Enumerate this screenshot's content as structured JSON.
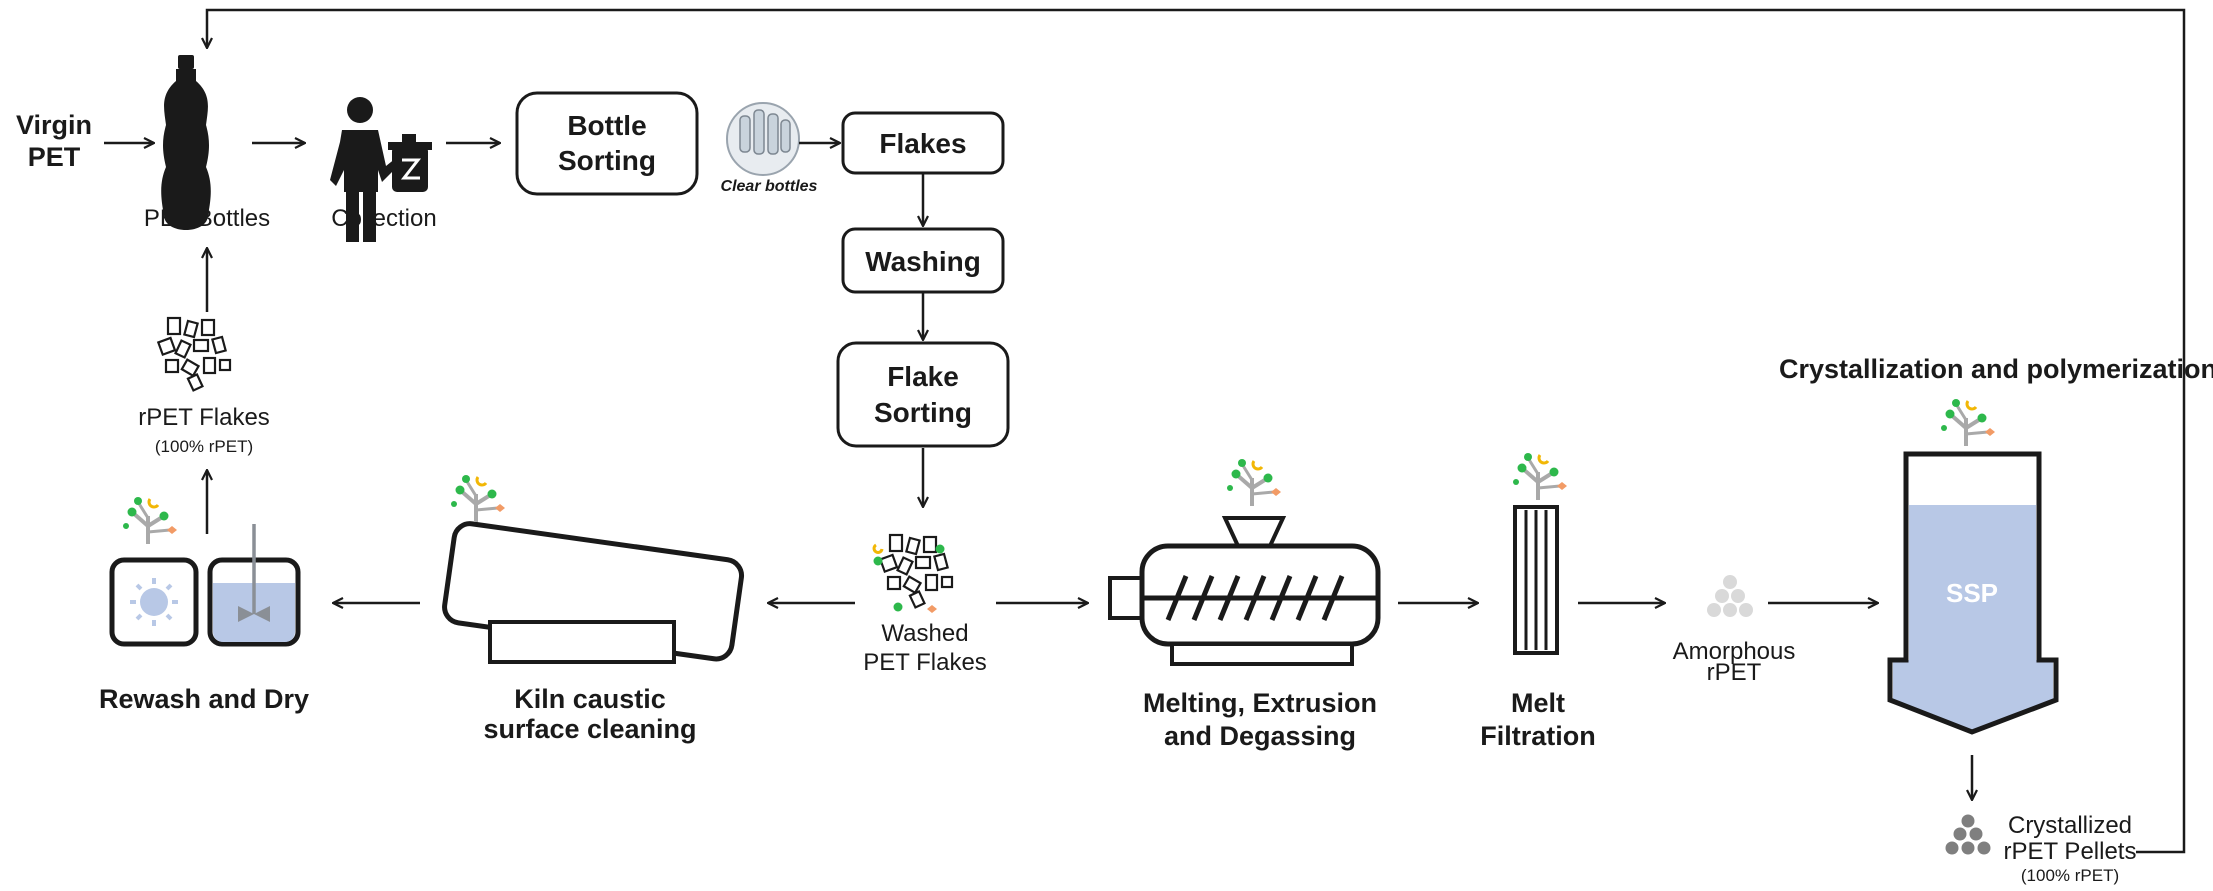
{
  "labels": {
    "virgin_pet": [
      "Virgin",
      "PET"
    ],
    "pet_bottles": "PET Bottles",
    "collection": "Collection",
    "bottle_sorting": [
      "Bottle",
      "Sorting"
    ],
    "clear_bottles": "Clear bottles",
    "flakes": "Flakes",
    "washing": "Washing",
    "flake_sorting": [
      "Flake",
      "Sorting"
    ],
    "washed_pet_flakes": [
      "Washed",
      "PET Flakes"
    ],
    "kiln": [
      "Kiln caustic",
      "surface cleaning"
    ],
    "rewash": "Rewash and Dry",
    "rpet_flakes": [
      "rPET Flakes",
      "(100% rPET)"
    ],
    "melting": [
      "Melting, Extrusion",
      "and Degassing"
    ],
    "melt_filtration": [
      "Melt",
      "Filtration"
    ],
    "amorphous": [
      "Amorphous",
      "rPET"
    ],
    "crystallization": "Crystallization and polymerization",
    "ssp": "SSP",
    "crystallized": [
      "Crystallized",
      "rPET Pellets",
      "(100% rPET)"
    ]
  },
  "colors": {
    "line": "#1a1a1a",
    "fill_blue": "#b8c8e6",
    "molecule_green": "#2db84b",
    "molecule_yellow": "#f2b705",
    "molecule_orange": "#f29b66",
    "molecule_grey": "#a9a9a9"
  },
  "icons": [
    "bottle-icon",
    "person-trash-icon",
    "bottles-photo-icon",
    "flakes-icon",
    "molecule-icon",
    "pellets-icon",
    "sun-icon",
    "stirrer-icon"
  ]
}
